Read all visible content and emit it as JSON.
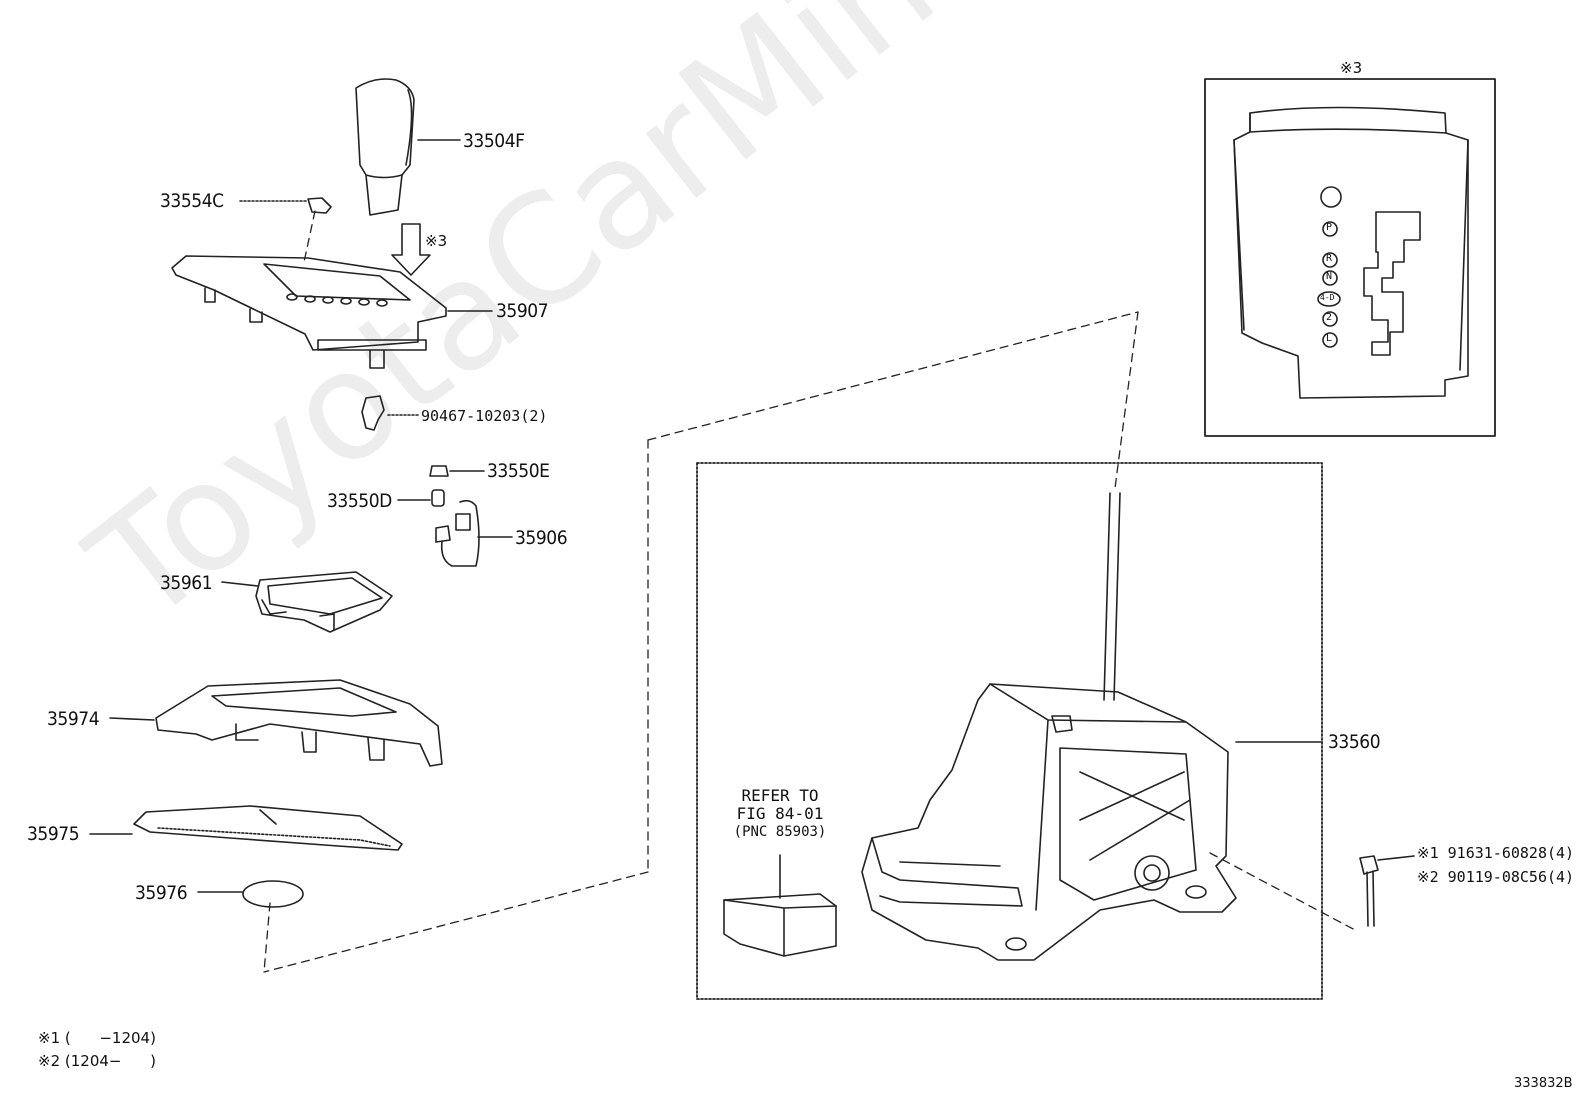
{
  "diagram_code": "333832B",
  "watermark": "ToyotaCarMine.ru",
  "parts": {
    "knob": "33504F",
    "cap": "33554C",
    "arrow_ref": "※3",
    "indicator_housing": "35907",
    "clip": "90467-10203(2)",
    "bulb_holder_top": "33550E",
    "bulb": "33550D",
    "wire": "35906",
    "bracket": "35961",
    "cover_lower": "35974",
    "plate": "35975",
    "disc": "35976",
    "shift_lever_assy": "33560",
    "bolt_note1": "※1 91631-60828(4)",
    "bolt_note2": "※2 90119-08C56(4)"
  },
  "inset": {
    "title": "※3",
    "positions": [
      "P",
      "R",
      "N",
      "4-D",
      "2",
      "L"
    ]
  },
  "refer": {
    "line1": "REFER TO",
    "line2": "FIG 84-01",
    "line3": "(PNC 85903)"
  },
  "footnotes": {
    "note1": "※1 (      −1204)",
    "note2": "※2 (1204−      )"
  }
}
